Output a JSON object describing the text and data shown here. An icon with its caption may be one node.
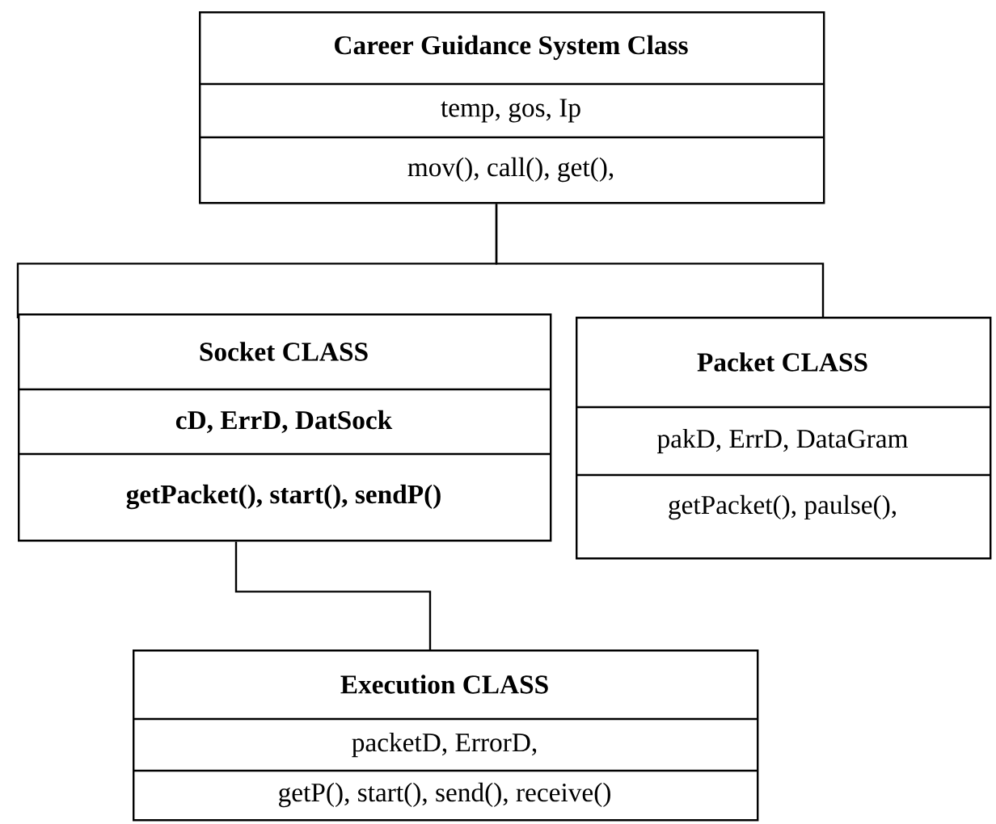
{
  "diagram": {
    "nodes": [
      {
        "text": [
          "Career Guidance System Class",
          "temp,     gos,    Ip",
          "mov(), call(), get(),"
        ]
      },
      {
        "text": [
          "Socket CLASS",
          "cD, ErrD, DatSock",
          "getPacket(), start(), sendP()"
        ]
      },
      {
        "text": [
          "Packet CLASS",
          "pakD, ErrD, DataGram",
          "getPacket(), paulse(),"
        ]
      },
      {
        "text": [
          "Execution CLASS",
          "packetD, ErrorD,",
          "getP(), start(), send(), receive()"
        ]
      }
    ],
    "edges": [
      {
        "from": 0,
        "to": 1,
        "arrow": "none"
      },
      {
        "from": 0,
        "to": 2,
        "arrow": "none"
      },
      {
        "from": 1,
        "to": 3,
        "arrow": "none"
      }
    ]
  }
}
